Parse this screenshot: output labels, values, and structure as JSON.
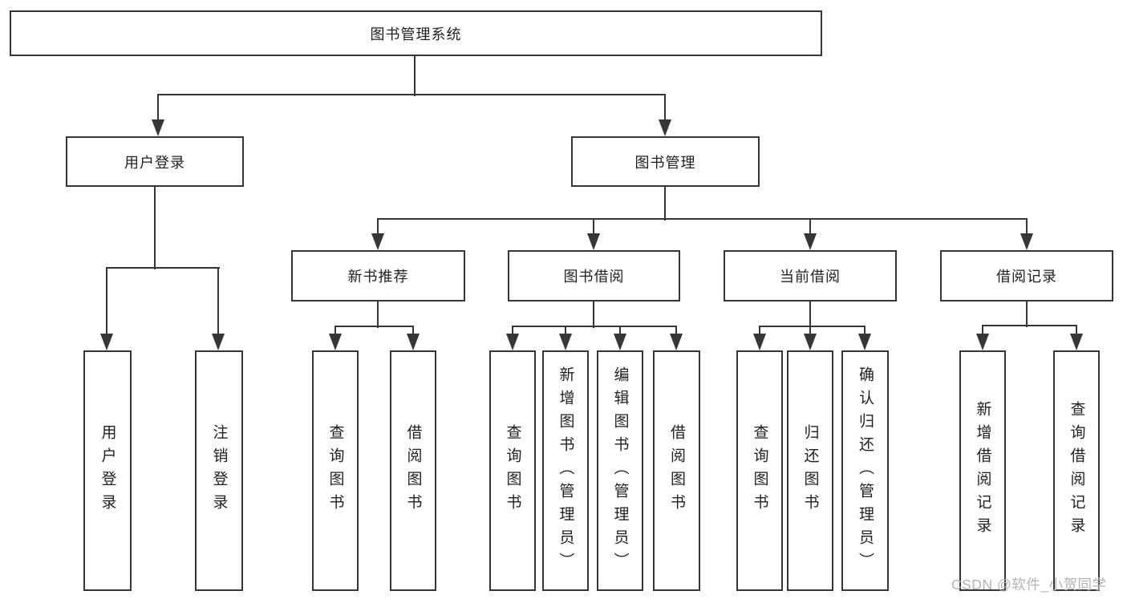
{
  "diagram": {
    "nodes": {
      "root": "图书管理系统",
      "login": "用户登录",
      "mgmt": "图书管理",
      "login_children": [
        "用户登录",
        "注销登录"
      ],
      "mgmt_children": [
        "新书推荐",
        "图书借阅",
        "当前借阅",
        "借阅记录"
      ],
      "newbook_children": [
        "查询图书",
        "借阅图书"
      ],
      "borrow_children": [
        "查询图书",
        "新增图书（管理员）",
        "编辑图书（管理员）",
        "借阅图书"
      ],
      "current_children": [
        "查询图书",
        "归还图书",
        "确认归还（管理员）"
      ],
      "record_children": [
        "新增借阅记录",
        "查询借阅记录"
      ]
    },
    "colors": {
      "line": "#363636",
      "text": "#1f1f1f",
      "background": "#ffffff",
      "watermark": "#b3b3b3"
    }
  },
  "watermark": {
    "text": "CSDN @软件_小贺同学"
  }
}
